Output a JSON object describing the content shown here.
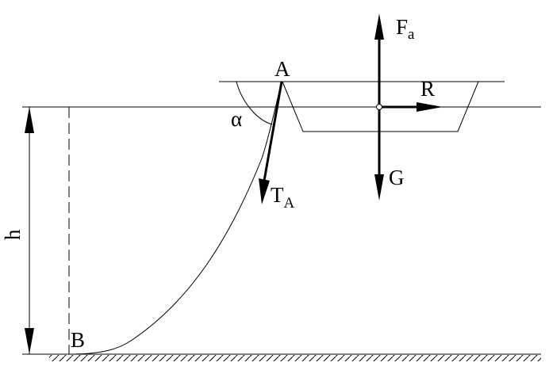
{
  "labels": {
    "point_a": "A",
    "point_b": "B",
    "force_buoyancy": {
      "main": "F",
      "sub": "a"
    },
    "force_resistance": "R",
    "force_gravity": "G",
    "force_tension": {
      "main": "T",
      "sub": "A"
    },
    "angle": "α",
    "depth": "h"
  }
}
